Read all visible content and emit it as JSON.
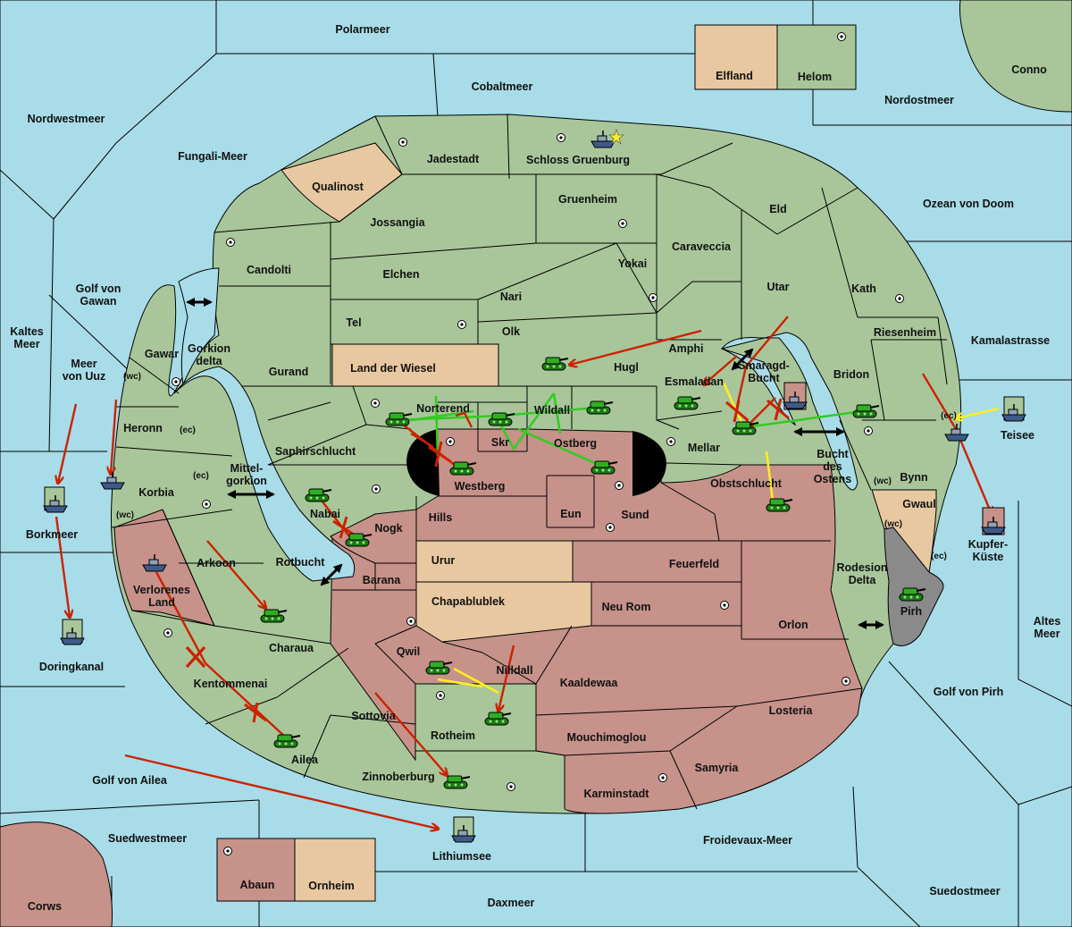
{
  "title": "Diplomacy map",
  "colors": {
    "sea": "#a8dce8",
    "power_green": "#a8c69a",
    "power_red": "#c6928a",
    "neutral_tan": "#e8c8a0",
    "neutral_gray": "#8a8a8a",
    "order_move": "#cc2200",
    "order_support": "#ffee22",
    "order_convoy": "#33cc22"
  },
  "icons": {
    "army": "tank-icon",
    "fleet": "ship-icon",
    "supply_center": "supply-center-dot",
    "home_star": "star-icon",
    "failed_order": "cross-icon"
  },
  "seas": {
    "polarmeer": "Polarmeer",
    "cobaltmeer": "Cobaltmeer",
    "nordwestmeer": "Nordwestmeer",
    "fungali_meer": "Fungali-Meer",
    "nordostmeer": "Nordostmeer",
    "ozean_von_doom": "Ozean von Doom",
    "kamalastrasse": "Kamalastrasse",
    "golf_von_gawan": "Golf von Gawan",
    "kaltes_meer": "Kaltes Meer",
    "meer_von_uuz": "Meer von Uuz",
    "gorkion_delta": "Gorkion delta",
    "mittel_gorkion": "Mittel- gorkion",
    "rotbucht": "Rotbucht",
    "smaragd_bucht": "Smaragd- Bucht",
    "bucht_des_ostens": "Bucht des Ostens",
    "rodesion_delta": "Rodesion Delta",
    "altes_meer": "Altes Meer",
    "golf_von_pirh": "Golf von Pirh",
    "golf_von_ailea": "Golf von Ailea",
    "suedwestmeer": "Suedwestmeer",
    "froidevaux_meer": "Froidevaux-Meer",
    "suedostmeer": "Suedostmeer",
    "daxmeer": "Daxmeer",
    "lithiumsee": "Lithiumsee",
    "borkmeer": "Borkmeer",
    "doringkanal": "Doringkanal",
    "teisee": "Teisee",
    "kupfer_kueste": "Kupfer- Küste"
  },
  "lands": {
    "elfland": "Elfland",
    "helom": "Helom",
    "conno": "Conno",
    "jadestadt": "Jadestadt",
    "schloss_gruenburg": "Schloss Gruenburg",
    "qualinost": "Qualinost",
    "gruenheim": "Gruenheim",
    "jossangia": "Jossangia",
    "eld": "Eld",
    "caraveccia": "Caraveccia",
    "candolti": "Candolti",
    "elchen": "Elchen",
    "yokai": "Yokai",
    "utar": "Utar",
    "kath": "Kath",
    "nari": "Nari",
    "tel": "Tel",
    "olk": "Olk",
    "riesenheim": "Riesenheim",
    "amphi": "Amphi",
    "gawar": "Gawar",
    "gurand": "Gurand",
    "land_der_wiesel": "Land der Wiesel",
    "hugl": "Hugl",
    "bridon": "Bridon",
    "esmaladan": "Esmaladan",
    "heronn": "Heronn",
    "norterend": "Norterend",
    "wildall": "Wildall",
    "skr": "Skr",
    "ostberg": "Ostberg",
    "mellar": "Mellar",
    "saphirschlucht": "Saphirschlucht",
    "westberg": "Westberg",
    "korbia": "Korbia",
    "bynn": "Bynn",
    "obstschlucht": "Obstschlucht",
    "nabai": "Nabai",
    "hills": "Hills",
    "eun": "Eun",
    "sund": "Sund",
    "gwaul": "Gwaul",
    "nogk": "Nogk",
    "arkoon": "Arkoon",
    "urur": "Urur",
    "feuerfeld": "Feuerfeld",
    "verlorenes_land": "Verlorenes Land",
    "barana": "Barana",
    "chapablublek": "Chapablublek",
    "neu_rom": "Neu Rom",
    "pirh": "Pirh",
    "charaua": "Charaua",
    "orlon": "Orlon",
    "qwil": "Qwil",
    "nilldall": "Nilldall",
    "kentommenai": "Kentommenai",
    "kaaldewaa": "Kaaldewaa",
    "losteria": "Losteria",
    "sottovia": "Sottovia",
    "rotheim": "Rotheim",
    "mouchimoglou": "Mouchimoglou",
    "ailea": "Ailea",
    "samyria": "Samyria",
    "zinnoberburg": "Zinnoberburg",
    "karminstadt": "Karminstadt",
    "abaun": "Abaun",
    "ornheim": "Ornheim",
    "corws": "Corws"
  },
  "coasts": {
    "wc": "(wc)",
    "ec": "(ec)"
  }
}
